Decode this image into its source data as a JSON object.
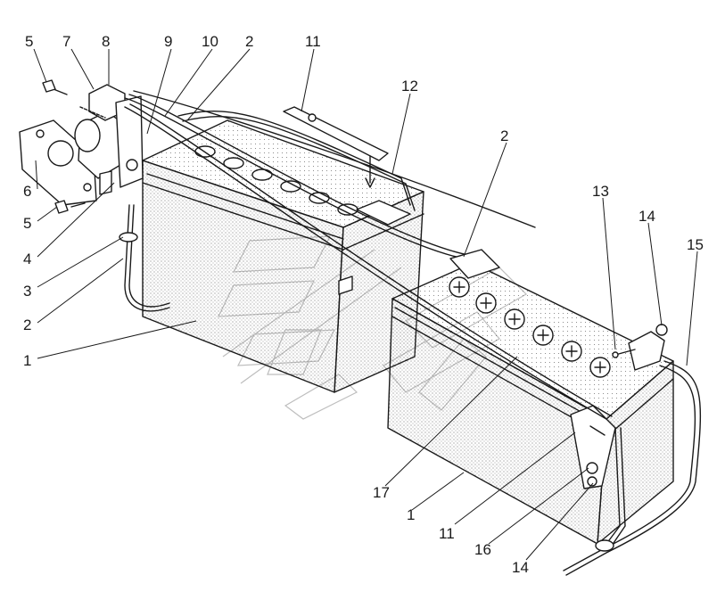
{
  "callouts": [
    "5",
    "7",
    "8",
    "9",
    "10",
    "2",
    "11",
    "12",
    "2",
    "13",
    "14",
    "15",
    "6",
    "5",
    "4",
    "3",
    "2",
    "1",
    "17",
    "1",
    "11",
    "16",
    "14"
  ]
}
